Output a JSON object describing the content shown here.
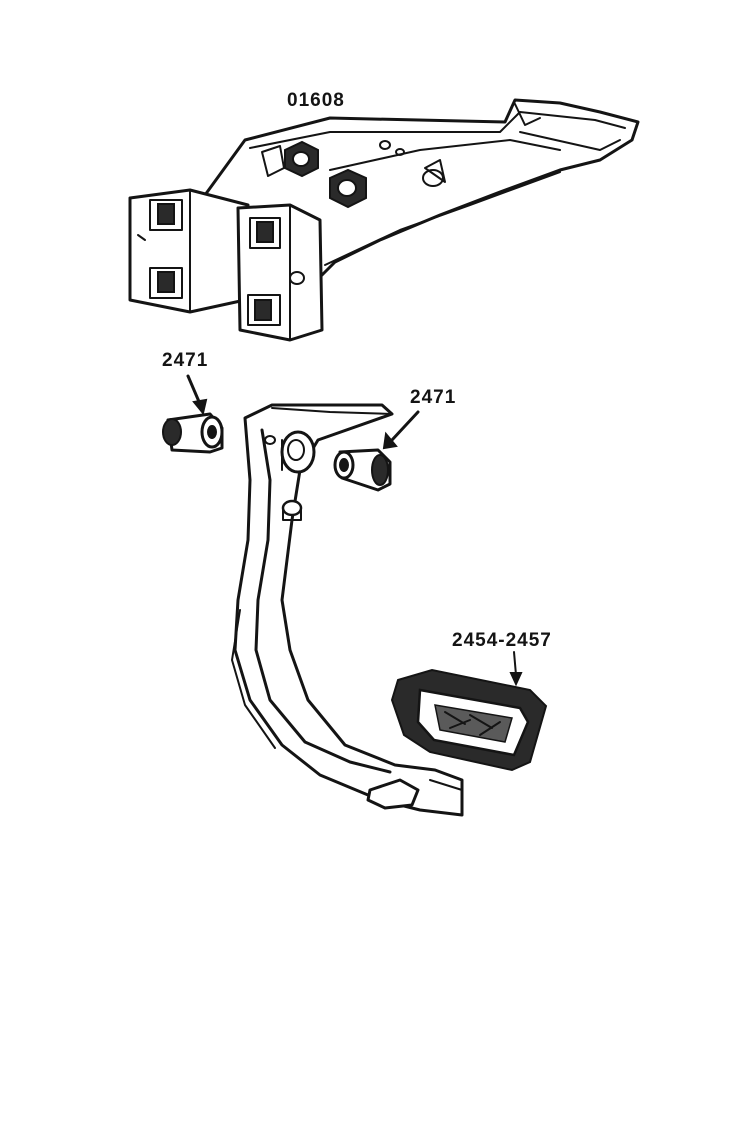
{
  "diagram": {
    "labels": {
      "bracket": "01608",
      "bushing_left": "2471",
      "bushing_right": "2471",
      "pedal_pad": "2454-2457"
    },
    "colors": {
      "ink": "#141414",
      "paper": "#ffffff"
    }
  }
}
